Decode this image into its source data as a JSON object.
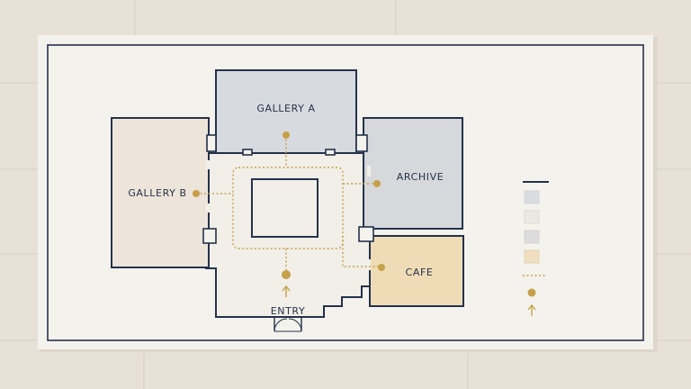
{
  "map": {
    "rooms": {
      "gallery_a": {
        "label": "GALLERY A",
        "color": "#d7dade"
      },
      "gallery_b": {
        "label": "GALLERY B",
        "color": "#ede4da"
      },
      "archive": {
        "label": "ARCHIVE",
        "color": "#d6d8db"
      },
      "cafe": {
        "label": "CAFE",
        "color": "#efdcb6"
      },
      "corridor": {
        "color": "#f1efe8"
      }
    },
    "entry": {
      "label": "ENTRY"
    }
  },
  "legend": {
    "swatches": [
      {
        "room": "gallery_a",
        "color": "#d9dde2"
      },
      {
        "room": "gallery_b",
        "color": "#ece8e2"
      },
      {
        "room": "archive",
        "color": "#dcdcdc"
      },
      {
        "room": "cafe",
        "color": "#efdfc0"
      }
    ],
    "path_line": {
      "icon": "dotted-path-icon"
    },
    "point": {
      "icon": "location-dot-icon"
    },
    "direction": {
      "icon": "up-arrow-icon"
    }
  },
  "colors": {
    "wall_stroke": "#24324d",
    "accent_gold": "#c6a04a",
    "panel": "#f4f2ec",
    "wall_bg": "#e8e1d7"
  }
}
